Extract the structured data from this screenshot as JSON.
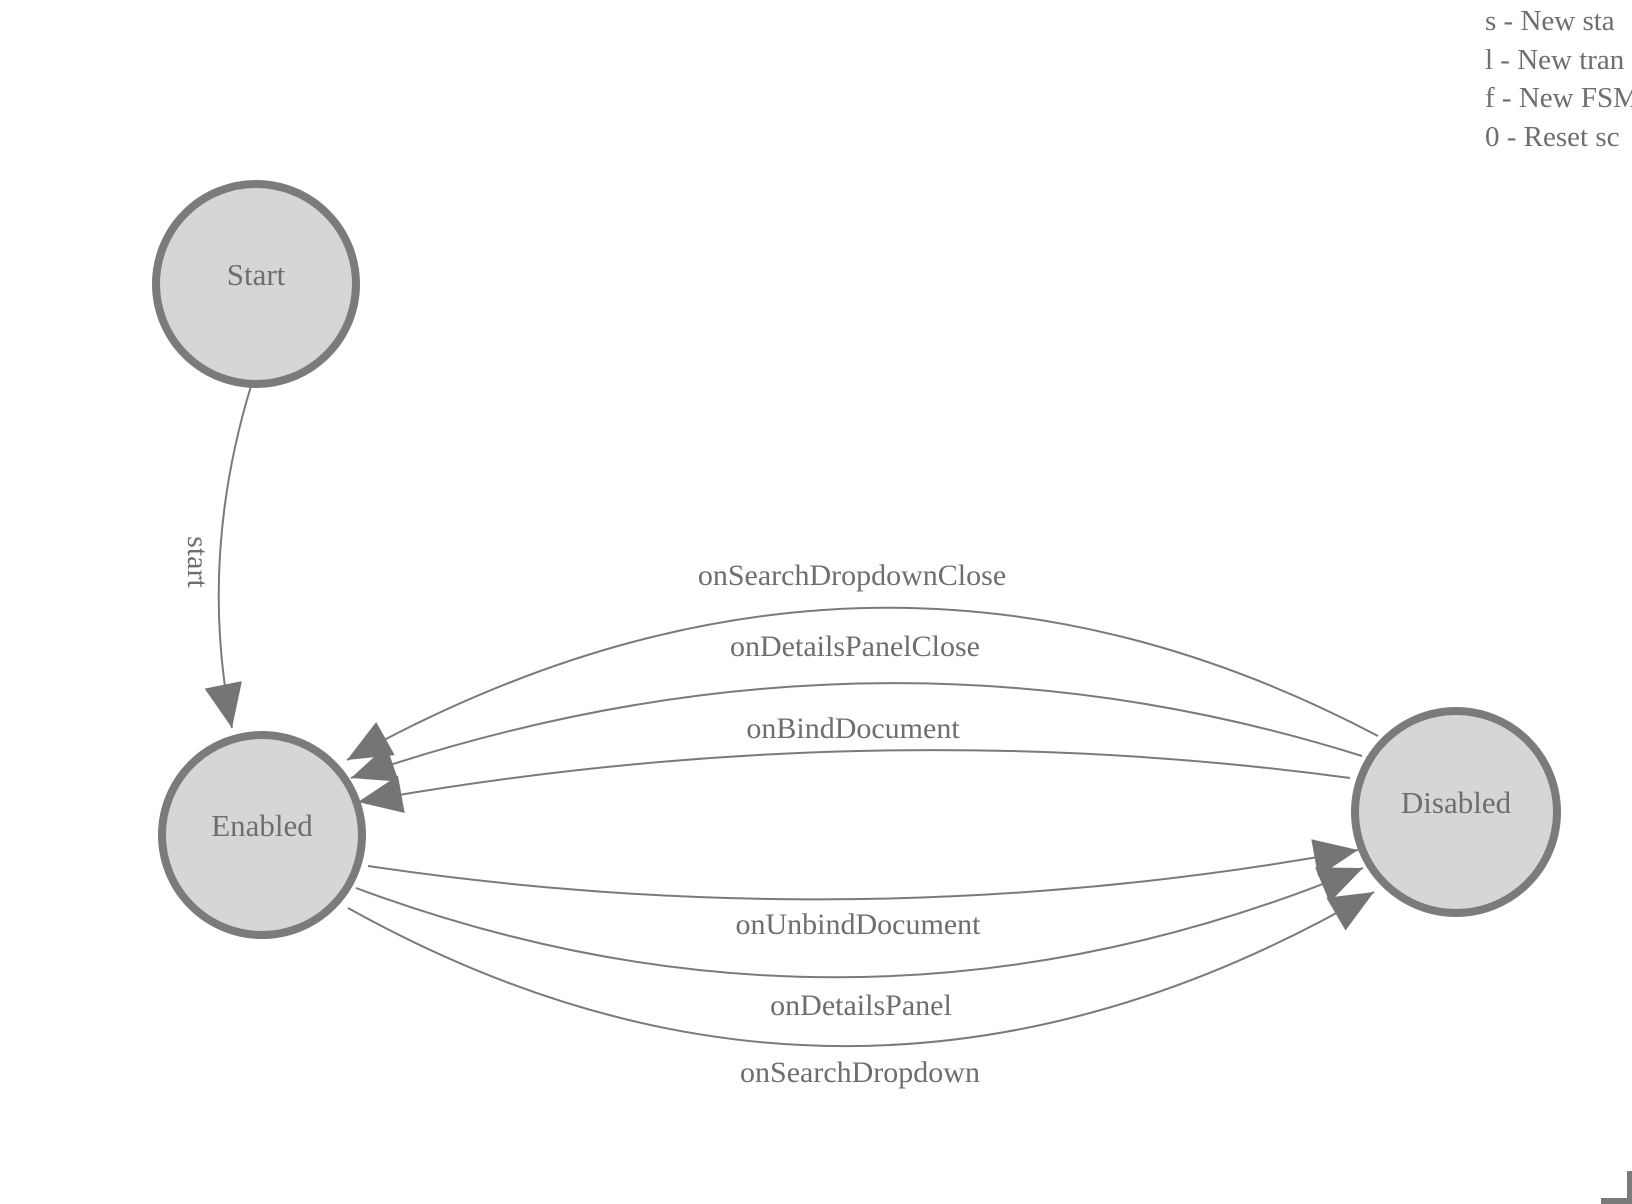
{
  "shortcuts": [
    {
      "text": "s - New sta"
    },
    {
      "text": "l - New tran"
    },
    {
      "text": "f - New FSM"
    },
    {
      "text": "0 - Reset sc"
    }
  ],
  "diagram": {
    "states": [
      {
        "label": "Start"
      },
      {
        "label": "Enabled"
      },
      {
        "label": "Disabled"
      }
    ],
    "transitions": [
      {
        "label": "start",
        "from": "Start",
        "to": "Enabled"
      },
      {
        "label": "onSearchDropdownClose",
        "from": "Disabled",
        "to": "Enabled"
      },
      {
        "label": "onDetailsPanelClose",
        "from": "Disabled",
        "to": "Enabled"
      },
      {
        "label": "onBindDocument",
        "from": "Disabled",
        "to": "Enabled"
      },
      {
        "label": "onUnbindDocument",
        "from": "Enabled",
        "to": "Disabled"
      },
      {
        "label": "onDetailsPanel",
        "from": "Enabled",
        "to": "Disabled"
      },
      {
        "label": "onSearchDropdown",
        "from": "Enabled",
        "to": "Disabled"
      }
    ]
  },
  "colors": {
    "node-fill": "#d6d6d6",
    "node-stroke": "#7b7b7b",
    "edge-stroke": "#7a7a7a",
    "arrow-fill": "#757575",
    "text": "#6e6e6e",
    "background": "#ffffff"
  }
}
